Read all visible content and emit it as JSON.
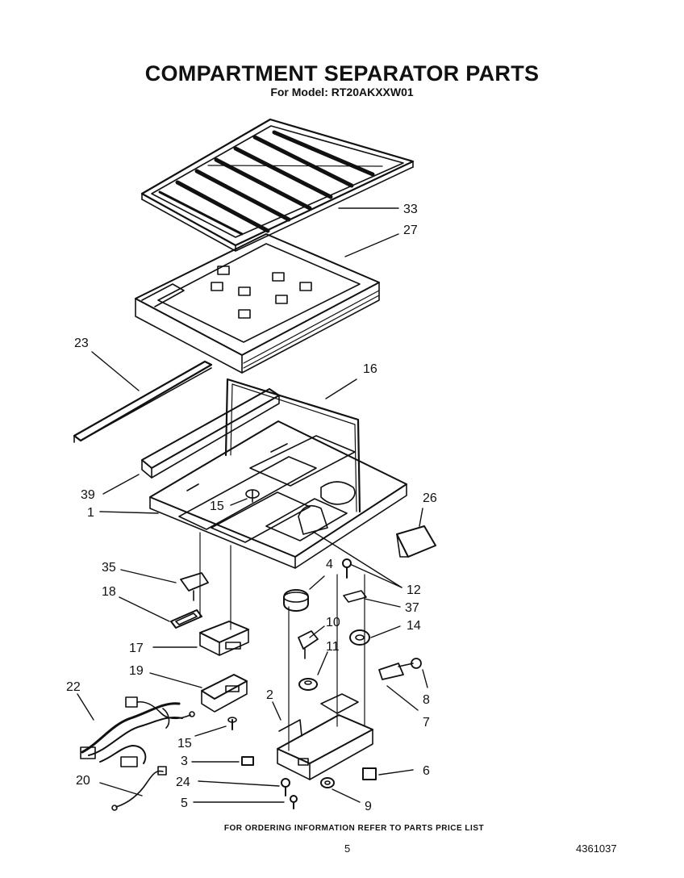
{
  "header": {
    "title": "COMPARTMENT SEPARATOR PARTS",
    "subtitle": "For Model: RT20AKXXW01"
  },
  "callouts": [
    "33",
    "27",
    "23",
    "16",
    "39",
    "1",
    "15",
    "26",
    "4",
    "12",
    "35",
    "37",
    "18",
    "14",
    "10",
    "11",
    "17",
    "19",
    "8",
    "22",
    "2",
    "7",
    "15",
    "3",
    "6",
    "24",
    "20",
    "5",
    "9"
  ],
  "footer": {
    "note": "FOR ORDERING INFORMATION REFER TO PARTS PRICE LIST",
    "page_number": "5",
    "document_number": "4361037"
  }
}
